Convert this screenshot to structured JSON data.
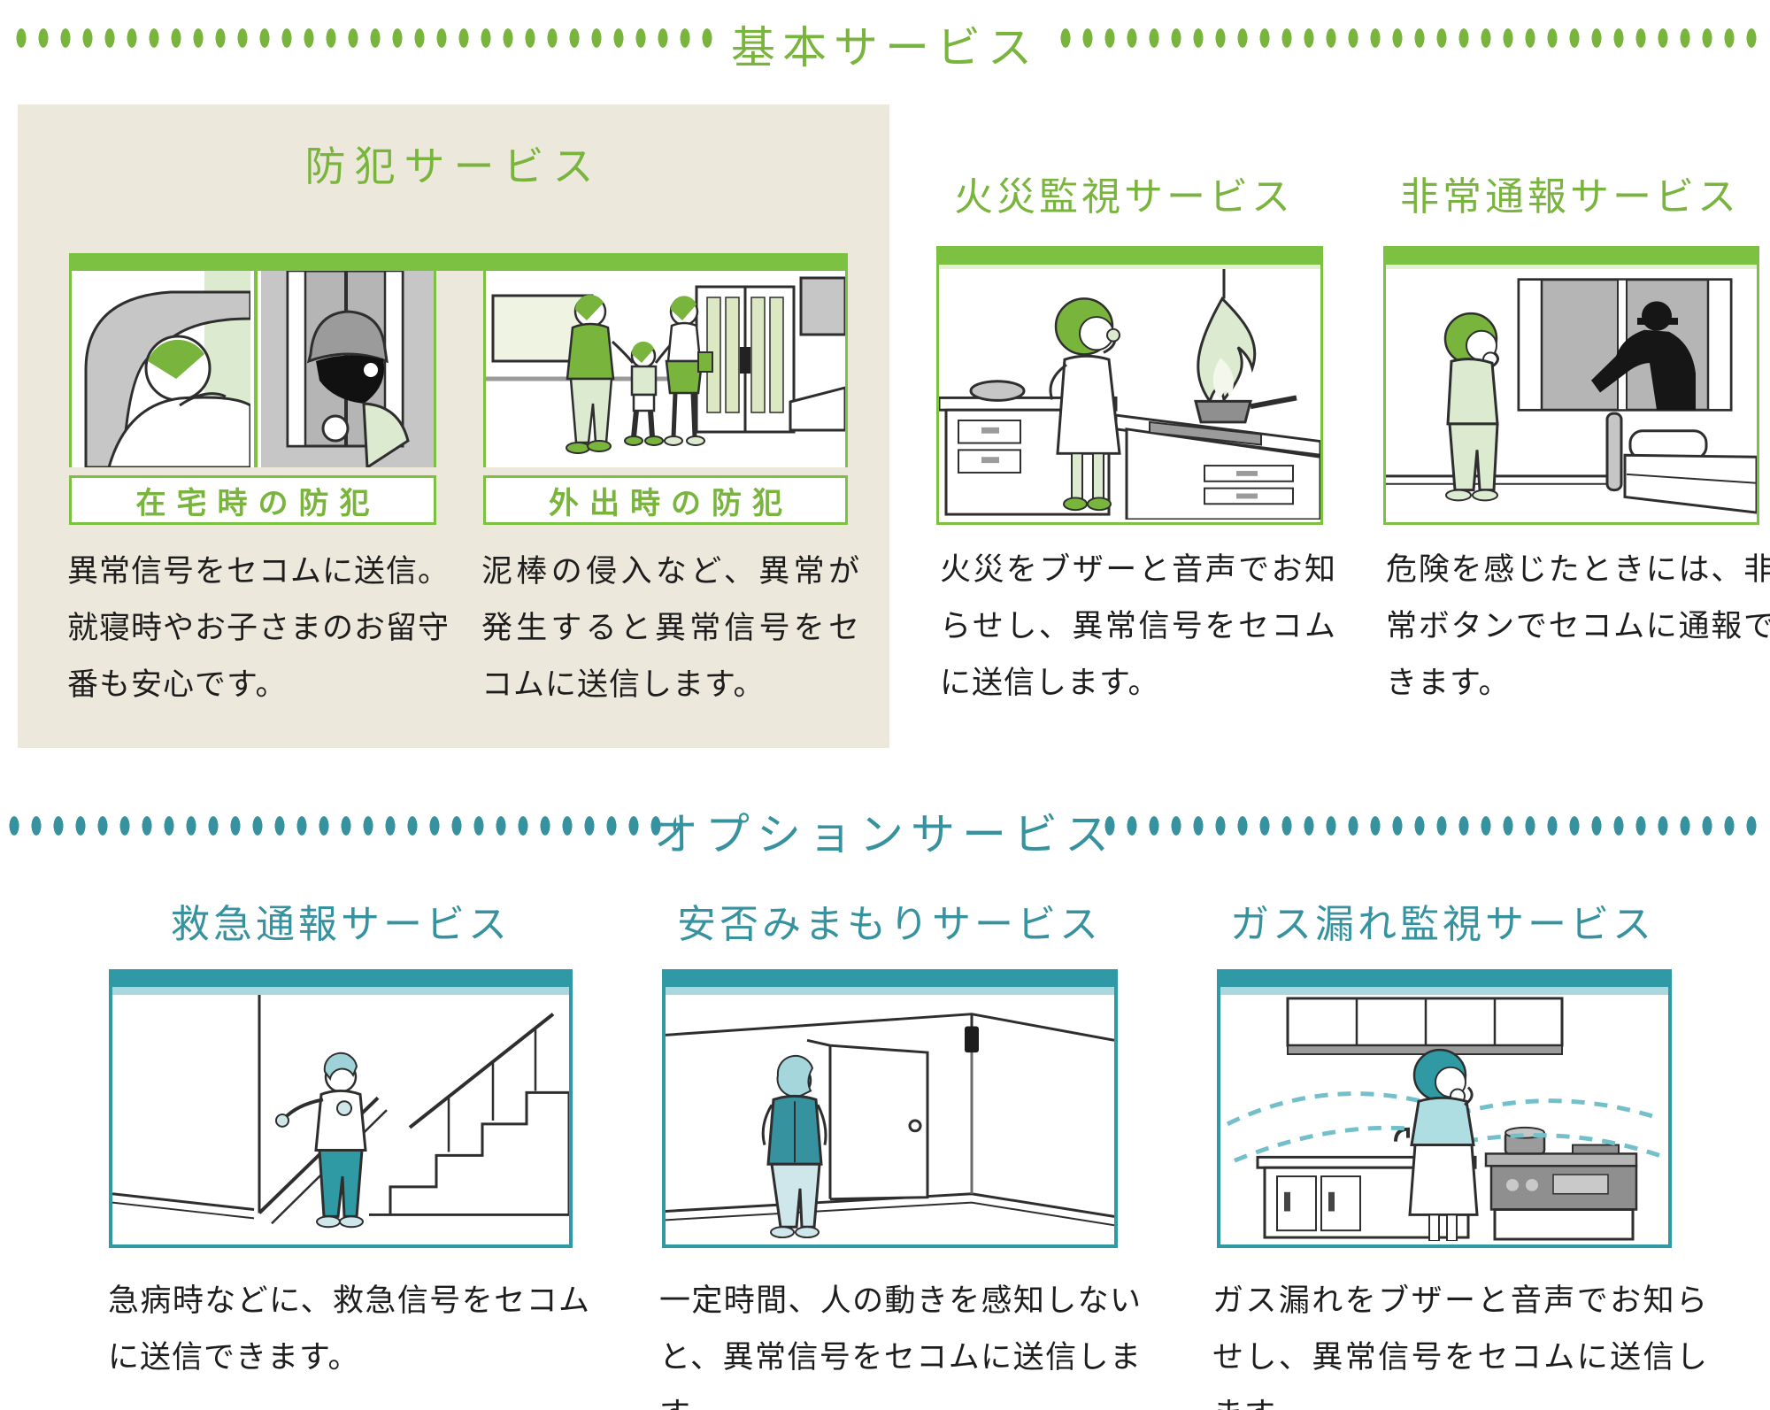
{
  "page": {
    "basic_section": {
      "title": "基本サービス",
      "accent_color": "#79b43d",
      "crime": {
        "title": "防犯サービス",
        "home_caption": "在宅時の防犯",
        "away_caption": "外出時の防犯",
        "home_description": "異常信号をセコムに送信。就寝時やお子さまのお留守番も安心です。",
        "away_description": "泥棒の侵入など、異常が発生すると異常信号をセコムに送信します。"
      },
      "fire": {
        "title": "火災監視サービス",
        "description": "火災をブザーと音声でお知らせし、異常信号をセコムに送信します。"
      },
      "emergency": {
        "title": "非常通報サービス",
        "description": "危険を感じたときには、非常ボタンでセコムに通報できます。"
      }
    },
    "option_section": {
      "title": "オプションサービス",
      "accent_color": "#35929e",
      "medical": {
        "title": "救急通報サービス",
        "description": "急病時などに、救急信号をセコムに送信できます。"
      },
      "safety": {
        "title": "安否みまもりサービス",
        "description": "一定時間、人の動きを感知しないと、異常信号をセコムに送信します。"
      },
      "gas": {
        "title": "ガス漏れ監視サービス",
        "description": "ガス漏れをブザーと音声でお知らせし、異常信号をセコムに送信します。"
      }
    }
  }
}
